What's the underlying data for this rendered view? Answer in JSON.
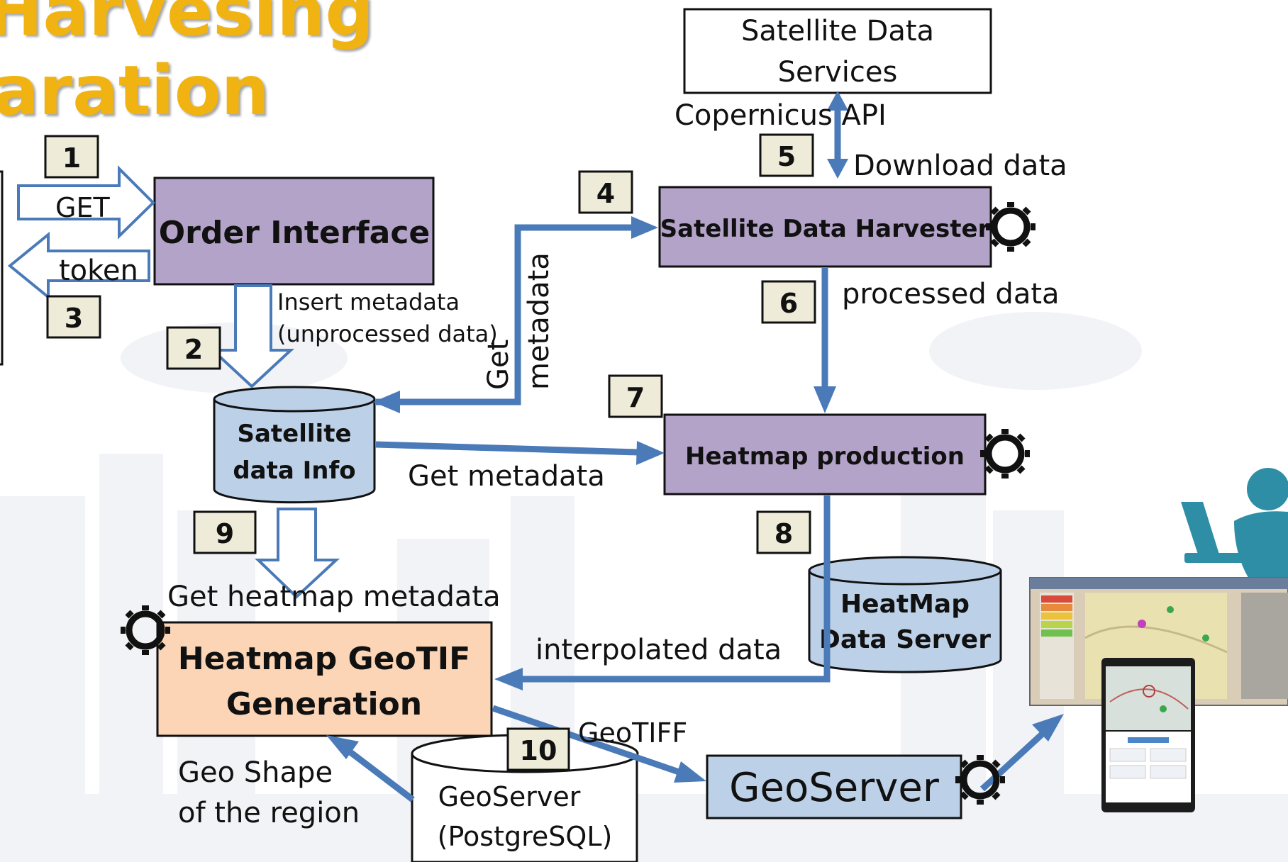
{
  "title": {
    "line1": "Harvesing",
    "line2": "aration"
  },
  "boxes": {
    "satellite_data_services": {
      "line1": "Satellite Data",
      "line2": "Services"
    },
    "order_interface": "Order Interface",
    "satellite_data_harvester": "Satellite Data Harvester",
    "heatmap_production": "Heatmap production",
    "heatmap_geotif": {
      "line1": "Heatmap GeoTIF",
      "line2": "Generation"
    },
    "geoserver": "GeoServer"
  },
  "databases": {
    "satellite_info": {
      "line1": "Satellite",
      "line2": "data Info"
    },
    "heatmap_server": {
      "line1": "HeatMap",
      "line2": "Data Server"
    },
    "geoserver_db": {
      "line1": "GeoServer",
      "line2": "(PostgreSQL)"
    }
  },
  "steps": [
    "1",
    "2",
    "3",
    "4",
    "5",
    "6",
    "7",
    "8",
    "9",
    "10"
  ],
  "labels": {
    "get": "GET",
    "token": "token",
    "copernicus_api": "Copernicus API",
    "download_data": "Download data",
    "insert_metadata_1": "Insert metadata",
    "insert_metadata_2": "(unprocessed data)",
    "get_metadata_vertical_1": "Get",
    "get_metadata_vertical_2": "metadata",
    "processed_data": "processed data",
    "get_metadata": "Get metadata",
    "get_heatmap_metadata": "Get heatmap metadata",
    "interpolated_data": "interpolated data",
    "geotiff": "GeoTIFF",
    "geo_shape_1": "Geo Shape",
    "geo_shape_2": "of the region"
  },
  "colors": {
    "title": "#f0b312",
    "process_box": "#b4a3c9",
    "geotif_box": "#fbd5b6",
    "database": "#bcd1e8",
    "arrow": "#4a7ab8",
    "step_badge": "#eeecd8"
  }
}
